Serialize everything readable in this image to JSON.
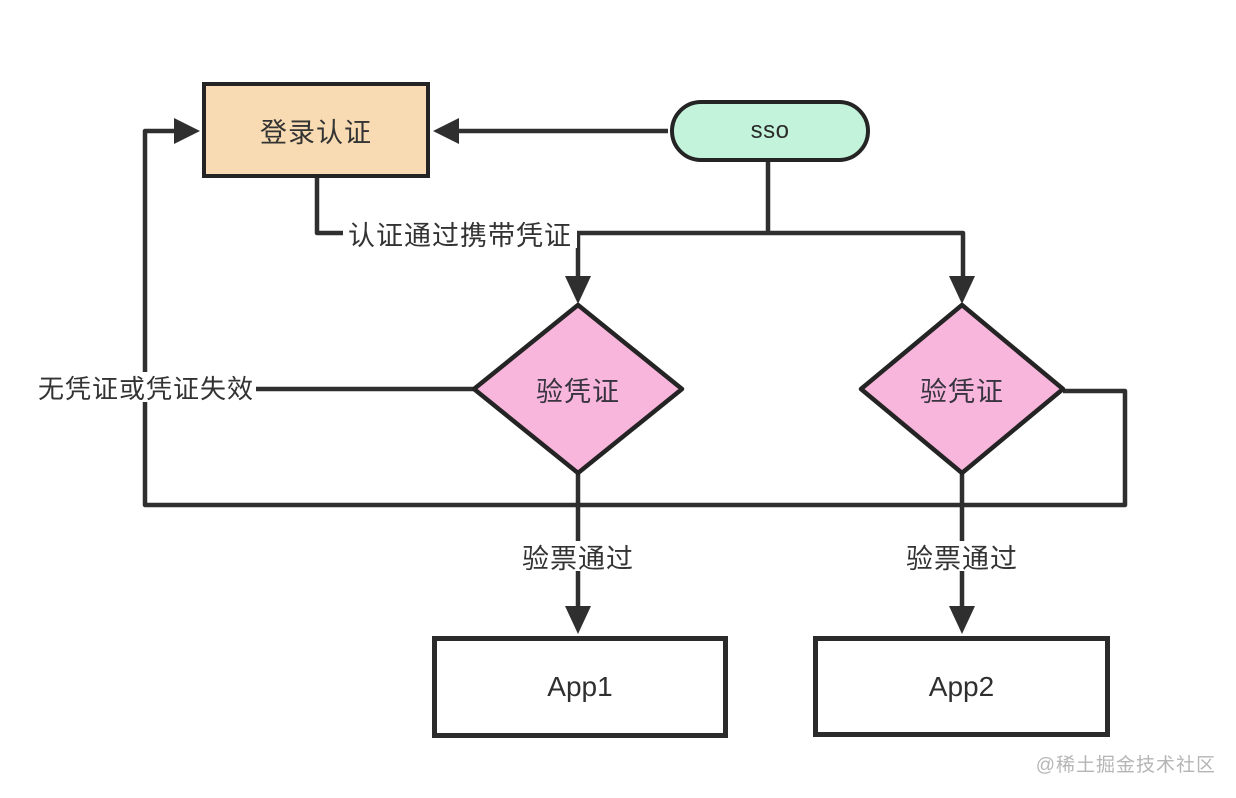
{
  "diagram": {
    "type": "flowchart",
    "nodes": {
      "login": {
        "label": "登录认证",
        "shape": "rectangle",
        "fill": "#F8DBB2"
      },
      "sso": {
        "label": "sso",
        "shape": "rounded-pill",
        "fill": "#C3F4DB"
      },
      "verify1": {
        "label": "验凭证",
        "shape": "decision-diamond",
        "fill": "#F9B6DC"
      },
      "verify2": {
        "label": "验凭证",
        "shape": "decision-diamond",
        "fill": "#F9B6DC"
      },
      "app1": {
        "label": "App1",
        "shape": "rectangle",
        "fill": "#FFFFFF"
      },
      "app2": {
        "label": "App2",
        "shape": "rectangle",
        "fill": "#FFFFFF"
      }
    },
    "edge_labels": {
      "auth_pass": "认证通过携带凭证",
      "no_credential": "无凭证或凭证失效",
      "ticket_pass_1": "验票通过",
      "ticket_pass_2": "验票通过"
    },
    "edges": [
      {
        "from": "sso",
        "to": "login",
        "label": ""
      },
      {
        "from": "login",
        "to": "verify1",
        "label": "认证通过携带凭证"
      },
      {
        "from": "sso",
        "to": "verify1",
        "label": "认证通过携带凭证"
      },
      {
        "from": "sso",
        "to": "verify2",
        "label": "认证通过携带凭证"
      },
      {
        "from": "verify1",
        "to": "login",
        "label": "无凭证或凭证失效"
      },
      {
        "from": "verify2",
        "to": "login",
        "label": "无凭证或凭证失效"
      },
      {
        "from": "verify1",
        "to": "app1",
        "label": "验票通过"
      },
      {
        "from": "verify2",
        "to": "app2",
        "label": "验票通过"
      }
    ],
    "colors": {
      "line": "#2f2f2f",
      "node_border": "#242424",
      "label_text": "#333333",
      "watermark_text": "#b5b5b5",
      "background": "#ffffff"
    },
    "watermark": "@稀土掘金技术社区"
  }
}
